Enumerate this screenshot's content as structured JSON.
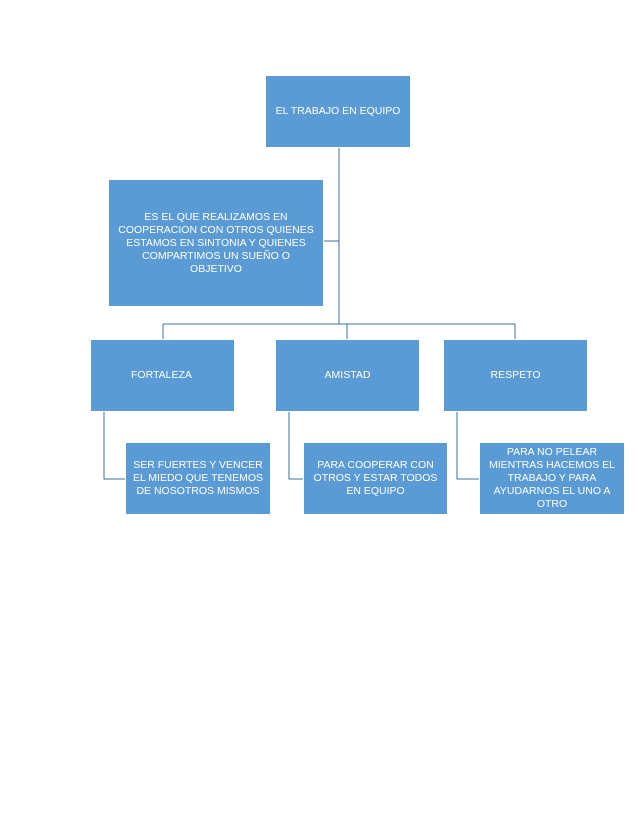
{
  "diagram": {
    "root": {
      "label": "EL TRABAJO EN EQUIPO"
    },
    "assistant": {
      "label": "ES EL QUE REALIZAMOS EN COOPERACION CON OTROS QUIENES ESTAMOS EN SINTONIA Y QUIENES COMPARTIMOS UN SUEÑO O OBJETIVO"
    },
    "branches": [
      {
        "label": "FORTALEZA",
        "detail": "SER FUERTES Y VENCER EL MIEDO QUE TENEMOS DE NOSOTROS MISMOS"
      },
      {
        "label": "AMISTAD",
        "detail": "PARA COOPERAR CON OTROS Y ESTAR TODOS EN EQUIPO"
      },
      {
        "label": "RESPETO",
        "detail": "PARA NO PELEAR MIENTRAS HACEMOS EL TRABAJO Y PARA AYUDARNOS EL UNO A OTRO"
      }
    ]
  },
  "colors": {
    "node_fill": "#5b9bd5",
    "node_text": "#ffffff",
    "connector": "#41719c"
  }
}
